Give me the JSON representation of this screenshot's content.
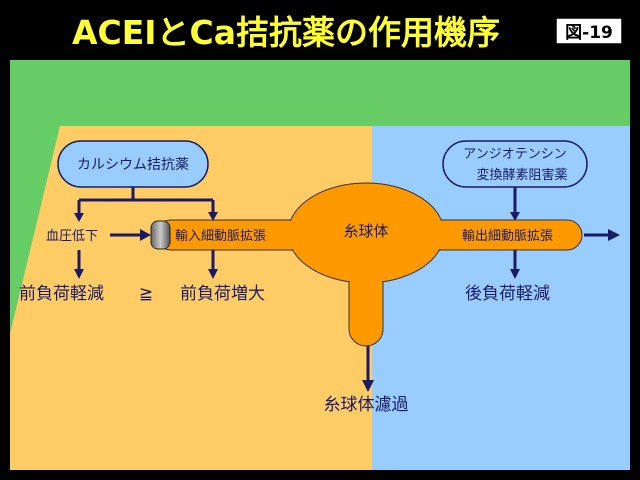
{
  "header": {
    "title": "ACEIとCa拮抗薬の作用機序",
    "figure_label": "図-19"
  },
  "nodes": {
    "calcium_blocker": "カルシウム拮抗薬",
    "ace_inhibitor_line1": "アンジオテンシン",
    "ace_inhibitor_line2": "変換酵素阻害薬",
    "bp_drop": "血圧低下",
    "afferent": "輸入細動脈拡張",
    "glomerulus": "糸球体",
    "efferent": "輸出細動脈拡張",
    "preload_reduction": "前負荷軽減",
    "compare": "≧",
    "preload_increase": "前負荷増大",
    "afterload_reduction": "後負荷軽減",
    "filtration": "糸球体濾過"
  },
  "colors": {
    "background": "#000000",
    "title_text": "#ffff33",
    "green_panel": "#66cc66",
    "orange_panel": "#ffcc66",
    "blue_panel": "#99ccff",
    "vessel": "#ff9900",
    "arrow": "#1a1a66",
    "bubble_fill": "#99ccff"
  }
}
